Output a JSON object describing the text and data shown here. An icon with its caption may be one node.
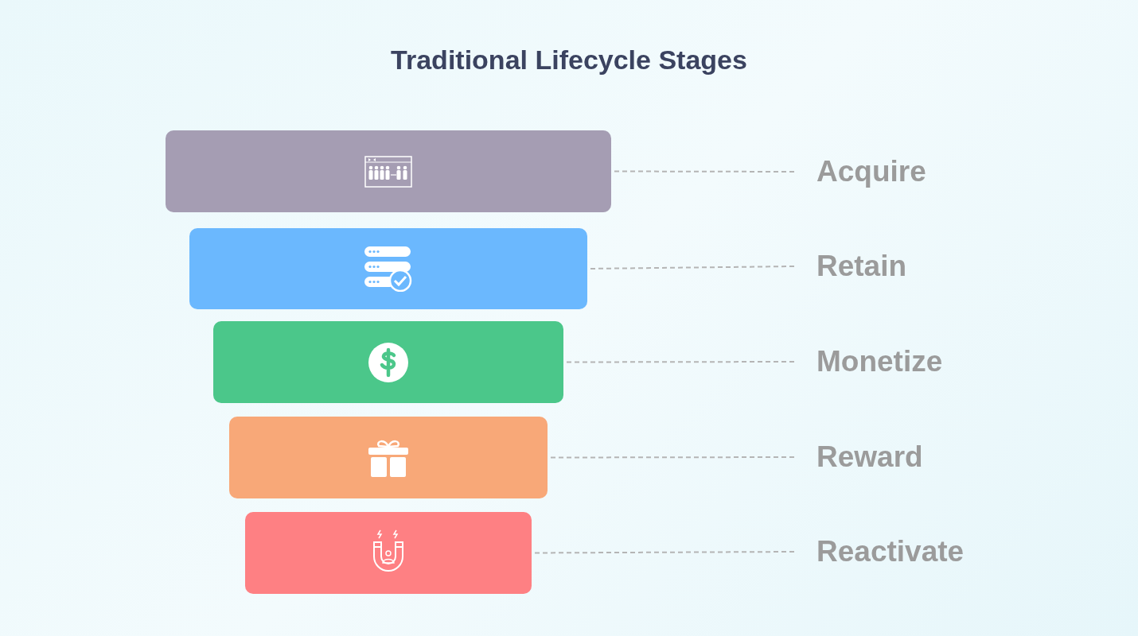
{
  "diagram": {
    "title": "Traditional Lifecycle Stages",
    "nodes": [
      {
        "text": [],
        "shape": "bar"
      },
      {
        "text": [
          "Acquire"
        ]
      },
      {
        "text": [],
        "shape": "bar"
      },
      {
        "text": [
          "Retain"
        ]
      },
      {
        "text": [],
        "shape": "bar"
      },
      {
        "text": [
          "Monetize"
        ]
      },
      {
        "text": [],
        "shape": "bar"
      },
      {
        "text": [
          "Reward"
        ]
      },
      {
        "text": [],
        "shape": "bar"
      },
      {
        "text": [
          "Reactivate"
        ]
      }
    ],
    "edges": [
      {
        "from": 1,
        "to": 0,
        "arrow": "none",
        "style": "dashed"
      },
      {
        "from": 3,
        "to": 2,
        "arrow": "none",
        "style": "dashed"
      },
      {
        "from": 5,
        "to": 4,
        "arrow": "none",
        "style": "dashed"
      },
      {
        "from": 7,
        "to": 6,
        "arrow": "none",
        "style": "dashed"
      },
      {
        "from": 9,
        "to": 8,
        "arrow": "none",
        "style": "dashed"
      }
    ]
  }
}
